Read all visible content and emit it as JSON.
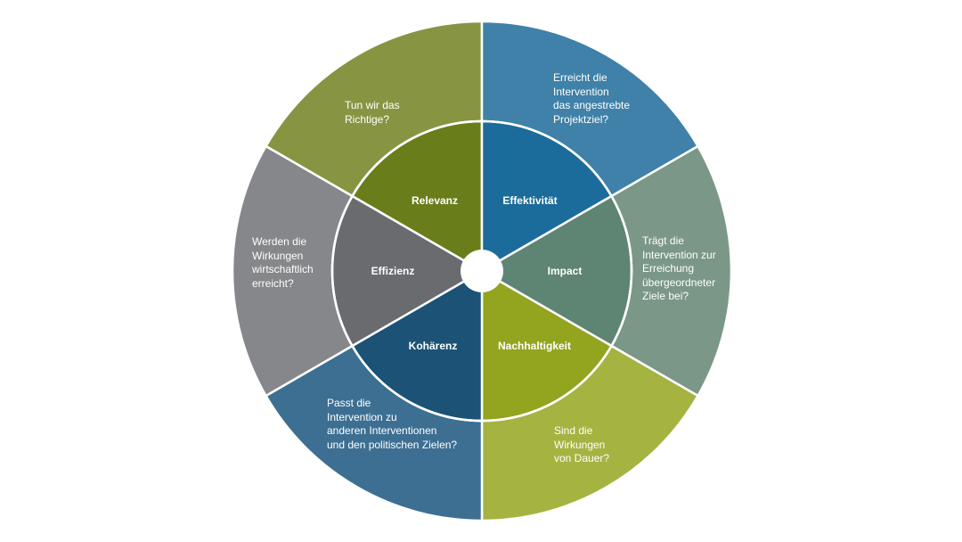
{
  "segments": [
    {
      "id": "relevanz",
      "label": "Relevanz",
      "question": [
        "Tun wir das",
        "Richtige?"
      ],
      "outer_color": "#879543",
      "inner_color": "#6a7d1b"
    },
    {
      "id": "effektivitaet",
      "label": "Effektivität",
      "question": [
        "Erreicht die",
        "Intervention",
        "das angestrebte",
        "Projektziel?"
      ],
      "outer_color": "#3f81a8",
      "inner_color": "#1b6b9b"
    },
    {
      "id": "impact",
      "label": "Impact",
      "question": [
        "Trägt die",
        "Intervention zur",
        "Erreichung",
        "übergeordneter",
        "Ziele bei?"
      ],
      "outer_color": "#7b9788",
      "inner_color": "#5e8474"
    },
    {
      "id": "nachhaltigkeit",
      "label": "Nachhaltigkeit",
      "question": [
        "Sind die",
        "Wirkungen",
        "von Dauer?"
      ],
      "outer_color": "#a5b341",
      "inner_color": "#93a41f"
    },
    {
      "id": "kohaerenz",
      "label": "Kohärenz",
      "question": [
        "Passt die",
        "Intervention zu",
        "anderen Interventionen",
        "und den politischen Zielen?"
      ],
      "outer_color": "#3d6f92",
      "inner_color": "#1b5276"
    },
    {
      "id": "effizienz",
      "label": "Effizienz",
      "question": [
        "Werden die",
        "Wirkungen",
        "wirtschaftlich",
        "erreicht?"
      ],
      "outer_color": "#85878a",
      "inner_color": "#696b6f"
    }
  ]
}
